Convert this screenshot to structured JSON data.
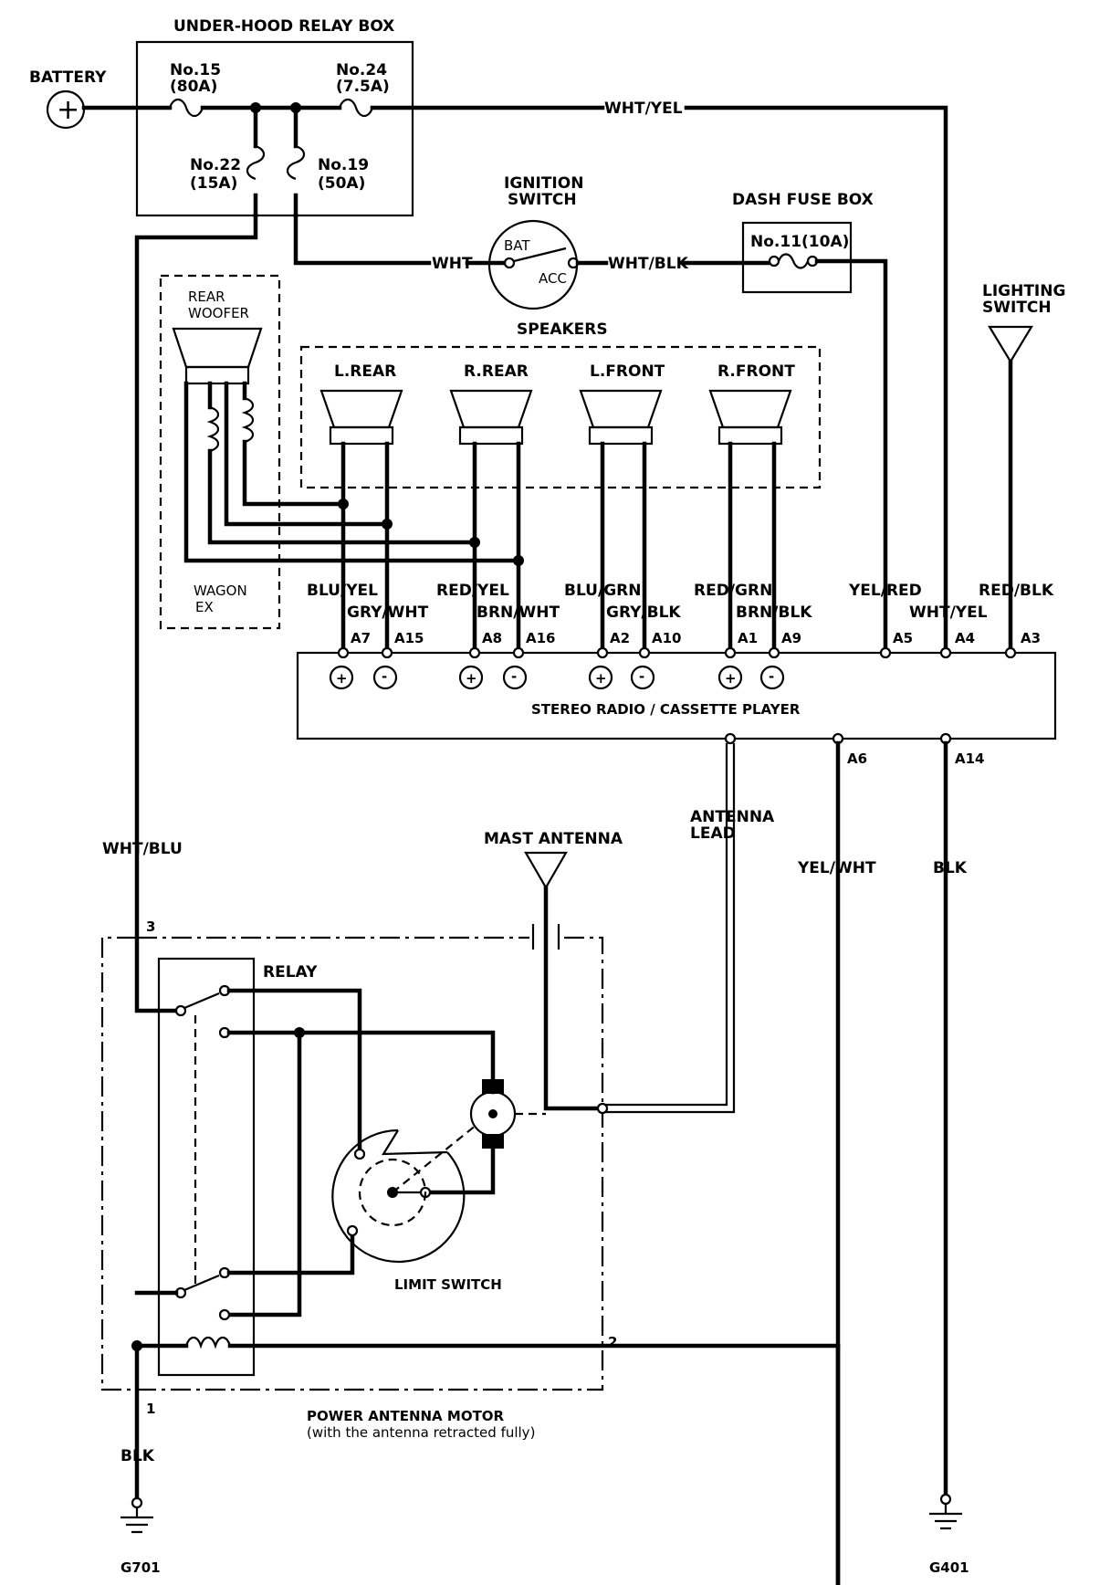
{
  "relay_box": {
    "title": "UNDER-HOOD RELAY BOX",
    "fuses": [
      {
        "name": "No.15",
        "rating": "(80A)"
      },
      {
        "name": "No.24",
        "rating": "(7.5A)"
      },
      {
        "name": "No.22",
        "rating": "(15A)"
      },
      {
        "name": "No.19",
        "rating": "(50A)"
      }
    ]
  },
  "battery": {
    "label": "BATTERY",
    "symbol": "+"
  },
  "ignition_switch": {
    "title_line1": "IGNITION",
    "title_line2": "SWITCH",
    "bat": "BAT",
    "acc": "ACC"
  },
  "dash_fuse_box": {
    "title": "DASH FUSE BOX",
    "fuse": "No.11(10A)"
  },
  "lighting_switch": {
    "line1": "LIGHTING",
    "line2": "SWITCH"
  },
  "woofer": {
    "line1": "REAR",
    "line2": "WOOFER",
    "opt1": "WAGON",
    "opt2": "EX"
  },
  "speakers": {
    "title": "SPEAKERS",
    "items": [
      {
        "name": "L.REAR",
        "pos_wire": "BLU/YEL",
        "neg_wire": "GRY/WHT",
        "pos_pin": "A7",
        "neg_pin": "A15"
      },
      {
        "name": "R.REAR",
        "pos_wire": "RED/YEL",
        "neg_wire": "BRN/WHT",
        "pos_pin": "A8",
        "neg_pin": "A16"
      },
      {
        "name": "L.FRONT",
        "pos_wire": "BLU/GRN",
        "neg_wire": "GRY/BLK",
        "pos_pin": "A2",
        "neg_pin": "A10"
      },
      {
        "name": "R.FRONT",
        "pos_wire": "RED/GRN",
        "neg_wire": "BRN/BLK",
        "pos_pin": "A1",
        "neg_pin": "A9"
      }
    ]
  },
  "radio": {
    "title": "STEREO RADIO / CASSETTE PLAYER",
    "plus": "+",
    "minus": "-"
  },
  "wires": {
    "wht_yel": "WHT/YEL",
    "wht": "WHT",
    "wht_blk": "WHT/BLK",
    "yel_red": "YEL/RED",
    "red_blk": "RED/BLK",
    "wht_blu": "WHT/BLU",
    "yel_wht": "YEL/WHT",
    "blk": "BLK"
  },
  "pins": {
    "a5": "A5",
    "a4": "A4",
    "a3": "A3",
    "a6": "A6",
    "a14": "A14"
  },
  "antenna": {
    "mast": "MAST ANTENNA",
    "lead_line1": "ANTENNA",
    "lead_line2": "LEAD",
    "relay": "RELAY",
    "limit_switch": "LIMIT SWITCH",
    "motor_line1": "POWER ANTENNA MOTOR",
    "motor_line2": "(with the antenna retracted fully)",
    "pin1": "1",
    "pin2": "2",
    "pin3": "3"
  },
  "grounds": {
    "left": "G701",
    "right": "G401"
  }
}
